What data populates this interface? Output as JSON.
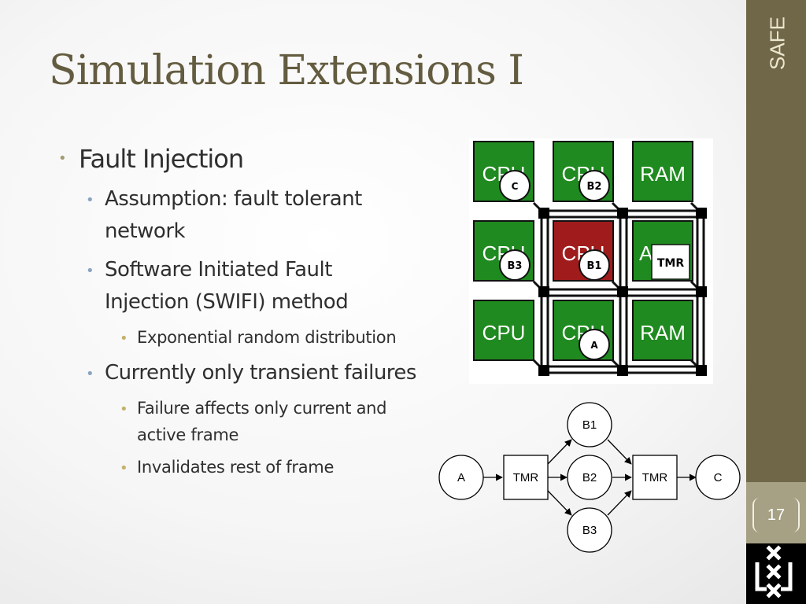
{
  "slide": {
    "title": "Simulation Extensions I",
    "side_label": "SAFE",
    "page_number": "17"
  },
  "bullets": {
    "b1": "Fault Injection",
    "b2_line1": "Assumption: fault tolerant",
    "b2_line2": "network",
    "b3_line1": "Software Initiated Fault",
    "b3_line2": "Injection (SWIFI) method",
    "b4": "Exponential random distribution",
    "b5": "Currently only transient failures",
    "b6_line1": "Failure affects only current and",
    "b6_line2": "active frame",
    "b7": "Invalidates rest of frame"
  },
  "grid_figure": {
    "tiles": [
      {
        "label": "CPU",
        "color": "#1f8a1f",
        "badge": "C"
      },
      {
        "label": "CPU",
        "color": "#1f8a1f",
        "badge": "B2"
      },
      {
        "label": "RAM",
        "color": "#1f8a1f",
        "badge": ""
      },
      {
        "label": "CPU",
        "color": "#1f8a1f",
        "badge": "B3"
      },
      {
        "label": "CPU",
        "color": "#a01c1c",
        "badge": "B1"
      },
      {
        "label": "A",
        "color": "#1f8a1f",
        "badge": "TMR"
      },
      {
        "label": "CPU",
        "color": "#1f8a1f",
        "badge": ""
      },
      {
        "label": "CPU",
        "color": "#1f8a1f",
        "badge": "A"
      },
      {
        "label": "RAM",
        "color": "#1f8a1f",
        "badge": ""
      }
    ]
  },
  "tmr_figure": {
    "nodes": {
      "a": "A",
      "tmr1": "TMR",
      "b1": "B1",
      "b2": "B2",
      "b3": "B3",
      "tmr2": "TMR",
      "c": "C"
    }
  },
  "colors": {
    "title": "#645c40",
    "sidebar": "#6f6748",
    "tile_green": "#1f8a1f",
    "tile_red": "#a01c1c"
  }
}
